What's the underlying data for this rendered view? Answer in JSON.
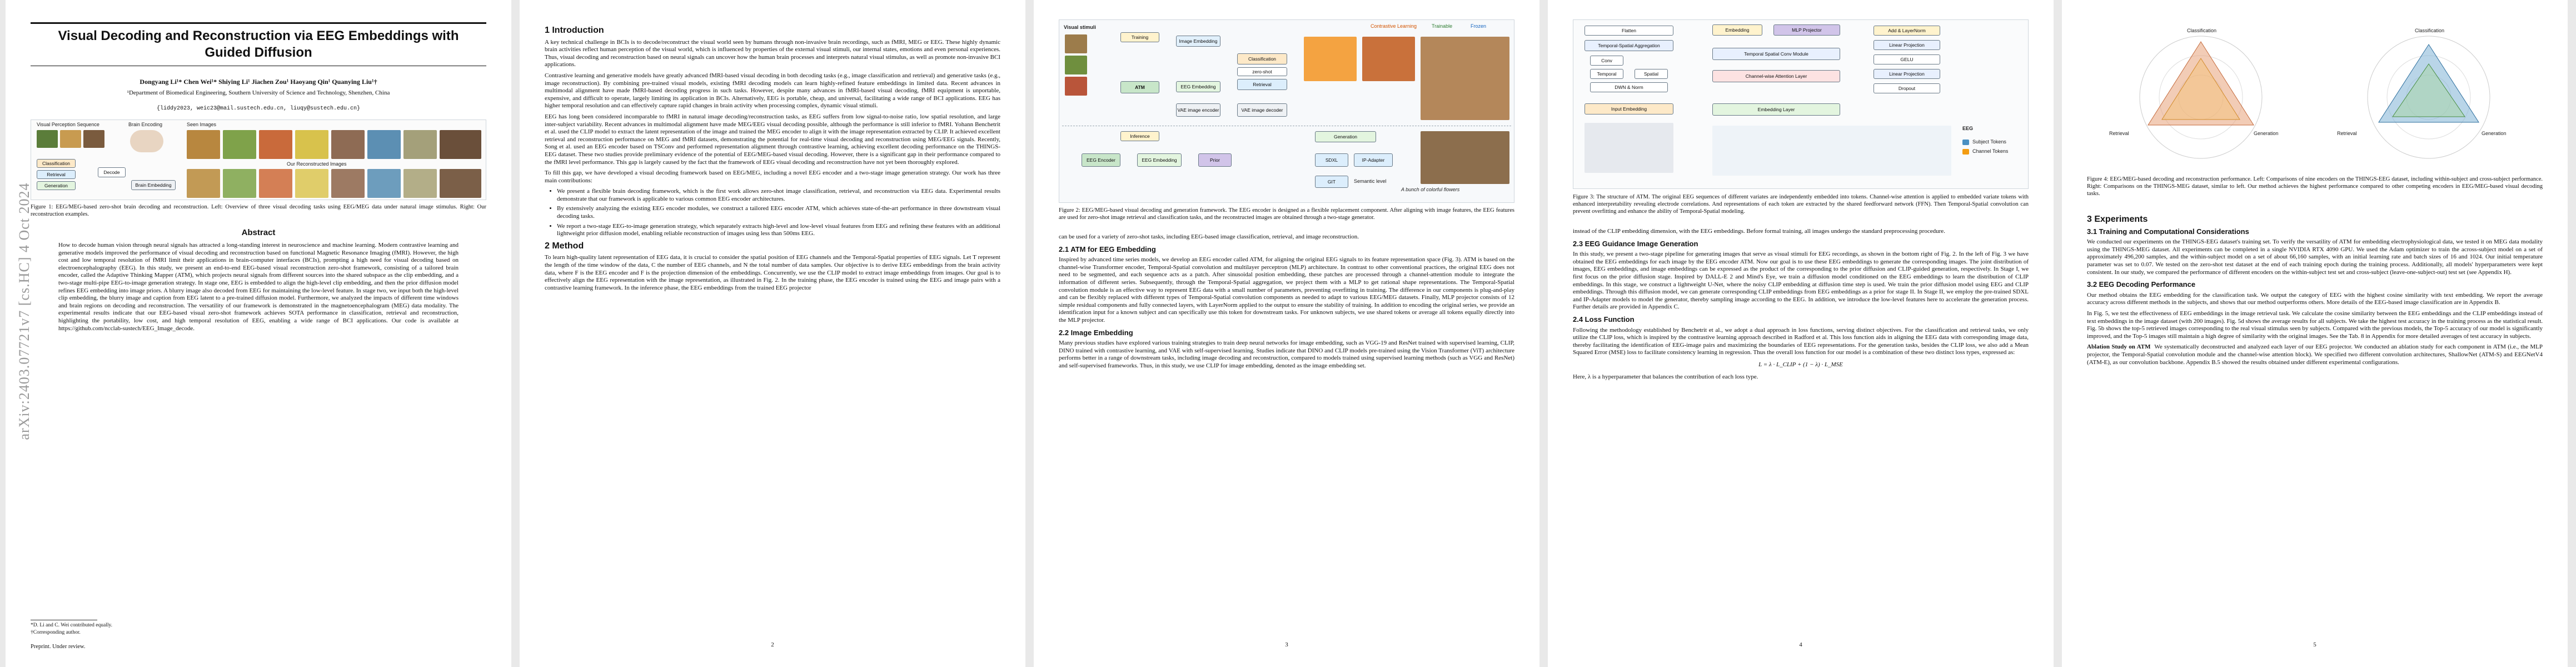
{
  "arxiv_id": "arXiv:2403.07721v7  [cs.HC]  4 Oct 2024",
  "title": "Visual Decoding and Reconstruction via EEG Embeddings with Guided Diffusion",
  "authors": "Dongyang Li¹*   Chen Wei¹*   Shiying Li¹   Jiachen Zou¹   Haoyang Qin¹   Quanying Liu¹†",
  "affiliation": "¹Department of Biomedical Engineering, Southern University of Science and Technology, Shenzhen, China",
  "emails": "{liddy2023, weic23@mail.sustech.edu.cn, liuqy@sustech.edu.cn}",
  "fig1": {
    "labels": [
      "Visual Perception Sequence",
      "Brain Encoding",
      "Seen Images",
      "Classification",
      "Retrieval",
      "Generation",
      "Decode",
      "Brain Embedding",
      "Our Reconstructed Images"
    ],
    "caption": "Figure 1: EEG/MEG-based zero-shot brain decoding and reconstruction. Left: Overview of three visual decoding tasks using EEG/MEG data under natural image stimulus. Right: Our reconstruction examples."
  },
  "abstract_title": "Abstract",
  "abstract": "How to decode human vision through neural signals has attracted a long-standing interest in neuroscience and machine learning. Modern contrastive learning and generative models improved the performance of visual decoding and reconstruction based on functional Magnetic Resonance Imaging (fMRI). However, the high cost and low temporal resolution of fMRI limit their applications in brain-computer interfaces (BCIs), prompting a high need for visual decoding based on electroencephalography (EEG). In this study, we present an end-to-end EEG-based visual reconstruction zero-shot framework, consisting of a tailored brain encoder, called the Adaptive Thinking Mapper (ATM), which projects neural signals from different sources into the shared subspace as the clip embedding, and a two-stage multi-pipe EEG-to-image generation strategy. In stage one, EEG is embedded to align the high-level clip embedding, and then the prior diffusion model refines EEG embedding into image priors. A blurry image also decoded from EEG for maintaining the low-level feature. In stage two, we input both the high-level clip embedding, the blurry image and caption from EEG latent to a pre-trained diffusion model. Furthermore, we analyzed the impacts of different time windows and brain regions on decoding and reconstruction. The versatility of our framework is demonstrated in the magnetoencephalogram (MEG) data modality. The experimental results indicate that our EEG-based visual zero-shot framework achieves SOTA performance in classification, retrieval and reconstruction, highlighting the portability, low cost, and high temporal resolution of EEG, enabling a wide range of BCI applications. Our code is available at https://github.com/ncclab-sustech/EEG_Image_decode.",
  "footnotes": [
    "*D. Li and C. Wei contributed equally.",
    "†Corresponding author."
  ],
  "preprint": "Preprint. Under review.",
  "page2": {
    "sec1": "1   Introduction",
    "para1": "A key technical challenge in BCIs is to decode/reconstruct the visual world seen by humans through non-invasive brain recordings, such as fMRI, MEG or EEG. These highly dynamic brain activities reflect human perception of the visual world, which is influenced by properties of the external visual stimuli, our internal states, emotions and even personal experiences. Thus, visual decoding and reconstruction based on neural signals can uncover how the human brain processes and interprets natural visual stimulus, as well as promote non-invasive BCI applications.",
    "para2": "Contrastive learning and generative models have greatly advanced fMRI-based visual decoding in both decoding tasks (e.g., image classification and retrieval) and generative tasks (e.g., image reconstruction). By combining pre-trained visual models, existing fMRI decoding models can learn highly-refined feature embeddings in limited data. Recent advances in multimodal alignment have made fMRI-based decoding progress in such tasks. However, despite many advances in fMRI-based visual decoding, fMRI equipment is unportable, expensive, and difficult to operate, largely limiting its application in BCIs. Alternatively, EEG is portable, cheap, and universal, facilitating a wide range of BCI applications. EEG has higher temporal resolution and can effectively capture rapid changes in brain activity when processing complex, dynamic visual stimuli.",
    "para3": "EEG has long been considered incomparable to fMRI in natural image decoding/reconstruction tasks, as EEG suffers from low signal-to-noise ratio, low spatial resolution, and large inter-subject variability. Recent advances in multimodal alignment have made MEG/EEG visual decoding possible, although the performance is still inferior to fMRI. Yohann Benchetrit et al. used the CLIP model to extract the latent representation of the image and trained the MEG encoder to align it with the image representation extracted by CLIP. It achieved excellent retrieval and reconstruction performance on MEG and fMRI datasets, demonstrating the potential for real-time visual decoding and reconstruction using MEG/EEG signals. Recently, Song et al. used an EEG encoder based on TSConv and performed representation alignment through contrastive learning, achieving excellent decoding performance on the THINGS-EEG dataset. These two studies provide preliminary evidence of the potential of EEG/MEG-based visual decoding. However, there is a significant gap in their performance compared to the fMRI level performance. This gap is largely caused by the fact that the framework of EEG visual decoding and reconstruction have not yet been thoroughly explored.",
    "para4": "To fill this gap, we have developed a visual decoding framework based on EEG/MEG, including a novel EEG encoder and a two-stage image generation strategy. Our work has three main contributions:",
    "bullets": [
      "We present a flexible brain decoding framework, which is the first work allows zero-shot image classification, retrieval, and reconstruction via EEG data. Experimental results demonstrate that our framework is applicable to various common EEG encoder architectures.",
      "By extensively analyzing the existing EEG encoder modules, we construct a tailored EEG encoder ATM, which achieves state-of-the-art performance in three downstream visual decoding tasks.",
      "We report a two-stage EEG-to-image generation strategy, which separately extracts high-level and low-level visual features from EEG and refining these features with an additional lightweight prior diffusion model, enabling reliable reconstruction of images using less than 500ms EEG."
    ],
    "sec2": "2   Method",
    "para5": "To learn high-quality latent representation of EEG data, it is crucial to consider the spatial position of EEG channels and the Temporal-Spatial properties of EEG signals. Let T represent the length of the time window of the data, C the number of EEG channels, and N the total number of data samples. Our objective is to derive EEG embeddings from the brain activity data, where F is the EEG encoder and F is the projection dimension of the embeddings. Concurrently, we use the CLIP model to extract image embeddings from images. Our goal is to effectively align the EEG representation with the image representation, as illustrated in Fig. 2. In the training phase, the EEG encoder is trained using the EEG and image pairs with a contrastive learning framework. In the inference phase, the EEG embeddings from the trained EEG projector"
  },
  "fig2": {
    "legend": [
      "Contrastive Learning",
      "Trainable",
      "Frozen"
    ],
    "blocks": [
      "Visual stimuli",
      "Training",
      "Image Embedding",
      "Classification",
      "zero-shot",
      "Retrieval",
      "EEG Embedding",
      "ATM",
      "VAE image encoder",
      "VAE image decoder",
      "Inference",
      "EEG Encoder",
      "EEG Embedding",
      "Prior",
      "Generation",
      "SDXL",
      "IP-Adapter",
      "GIT",
      "Semantic level",
      "A bunch of colorful flowers"
    ],
    "caption": "Figure 2: EEG/MEG-based visual decoding and generation framework. The EEG encoder is designed as a flexible replacement component. After aligning with image features, the EEG features are used for zero-shot image retrieval and classification tasks, and the reconstructed images are obtained through a two-stage generator."
  },
  "page3": {
    "para1": "can be used for a variety of zero-shot tasks, including EEG-based image classification, retrieval, and image reconstruction.",
    "sub21": "2.1   ATM for EEG Embedding",
    "para2": "Inspired by advanced time series models, we develop an EEG encoder called ATM, for aligning the original EEG signals to its feature representation space (Fig. 3). ATM is based on the channel-wise Transformer encoder, Temporal-Spatial convolution and multilayer perceptron (MLP) architecture. In contrast to other conventional practices, the original EEG does not need to be segmented, and each sequence acts as a patch. After sinusoidal position embedding, these patches are processed through a channel-attention module to integrate the information of different series. Subsequently, through the Temporal-Spatial aggregation, we project them with a MLP to get rational shape representations. The Temporal-Spatial convolution module is an effective way to represent EEG data with a small number of parameters, preventing overfitting in training. The difference in our components is plug-and-play and can be flexibly replaced with different types of Temporal-Spatial convolution components as needed to adapt to various EEG/MEG datasets. Finally, MLP projector consists of 12 simple residual components and fully connected layers, with LayerNorm applied to the output to ensure the stability of training. In addition to encoding the original series, we provide an identification input for a known subject and can specifically use this token for downstream tasks. For unknown subjects, we use shared tokens or average all tokens equally directly into the MLP projector.",
    "sub22": "2.2   Image Embedding",
    "para3": "Many previous studies have explored various training strategies to train deep neural networks for image embedding, such as VGG-19 and ResNet trained with supervised learning, CLIP, DINO trained with contrastive learning, and VAE with self-supervised learning. Studies indicate that DINO and CLIP models pre-trained using the Vision Transformer (ViT) architecture performs better in a range of downstream tasks, including image decoding and reconstruction, compared to models trained using supervised learning methods (such as VGG and ResNet) and self-supervised frameworks. Thus, in this study, we use CLIP for image embedding, denoted as the image embedding set."
  },
  "fig3": {
    "blocks": [
      "Flatten",
      "Temporal-Spatial Aggregation",
      "Conv",
      "Temporal",
      "Spatial",
      "DWN & Norm",
      "Input Embedding",
      "Embedding",
      "MLP Projector",
      "Temporal Spatial Conv Module",
      "Channel-wise Attention Layer",
      "Embedding Layer",
      "Add & LayerNorm",
      "Linear Projection",
      "GELU",
      "Linear Projection",
      "Dropout",
      "EEG",
      "Subject Tokens",
      "Channel Tokens"
    ],
    "caption": "Figure 3: The structure of ATM. The original EEG sequences of different variates are independently embedded into tokens. Channel-wise attention is applied to embedded variate tokens with enhanced interpretability revealing electrode correlations. And representations of each token are extracted by the shared feedforward network (FFN). Then Temporal-Spatial convolution can prevent overfitting and enhance the ability of Temporal-Spatial modeling."
  },
  "page4": {
    "para1": "instead of the CLIP embedding dimension, with the EEG embeddings. Before formal training, all images undergo the standard preprocessing procedure.",
    "sub23": "2.3   EEG Guidance Image Generation",
    "para2": "In this study, we present a two-stage pipeline for generating images that serve as visual stimuli for EEG recordings, as shown in the bottom right of Fig. 2. In the left of Fig. 3 we have obtained the EEG embeddings for each image by the EEG encoder ATM. Now our goal is to use these EEG embeddings to generate the corresponding images. The joint distribution of images, EEG embeddings, and image embeddings can be expressed as the product of the corresponding to the prior diffusion and CLIP-guided generation, respectively. In Stage I, we first focus on the prior diffusion stage. Inspired by DALL-E 2 and Mind's Eye, we train a diffusion model conditioned on the EEG embeddings to learn the distribution of CLIP embeddings. In this stage, we construct a lightweight U-Net, where the noisy CLIP embedding at diffusion time step is used. We train the prior diffusion model using EEG and CLIP embeddings. Through this diffusion model, we can generate corresponding CLIP embeddings from EEG embeddings as a prior for stage II. In Stage II, we employ the pre-trained SDXL and IP-Adapter models to model the generator, thereby sampling image according to the EEG. In addition, we introduce the low-level features here to accelerate the generation process. Further details are provided in Appendix C.",
    "sub24": "2.4   Loss Function",
    "para3": "Following the methodology established by Benchetrit et al., we adopt a dual approach in loss functions, serving distinct objectives. For the classification and retrieval tasks, we only utilize the CLIP loss, which is inspired by the contrastive learning approach described in Radford et al. This loss function aids in aligning the EEG data with corresponding image data, thereby facilitating the identification of EEG-image pairs and maximizing the boundaries of EEG representations. For the generation tasks, besides the CLIP loss, we also add a Mean Squared Error (MSE) loss to facilitate consistency learning in regression. Thus the overall loss function for our model is a combination of these two distinct loss types, expressed as:",
    "equation": "L = λ · L_CLIP + (1 − λ) · L_MSE",
    "para4": "Here, λ is a hyperparameter that balances the contribution of each loss type."
  },
  "fig4": {
    "axes": [
      "Classification",
      "Retrieval",
      "Generation"
    ],
    "caption": "Figure 4: EEG/MEG-based decoding and reconstruction performance. Left: Comparisons of nine encoders on the THINGS-EEG dataset, including within-subject and cross-subject performance. Right: Comparisons on the THINGS-MEG dataset, similar to left. Our method achieves the highest performance compared to other competing encoders in EEG/MEG-based visual decoding tasks."
  },
  "page5": {
    "sec3": "3   Experiments",
    "sub31": "3.1   Training and Computational Considerations",
    "para1": "We conducted our experiments on the THINGS-EEG dataset's training set. To verify the versatility of ATM for embedding electrophysiological data, we tested it on MEG data modality using the THINGS-MEG dataset. All experiments can be completed in a single NVIDIA RTX 4090 GPU. We used the Adam optimizer to train the across-subject model on a set of approximately 496,200 samples, and the within-subject model on a set of about 66,160 samples, with an initial learning rate and batch sizes of 16 and 1024. Our initial temperature parameter was set to 0.07. We tested on the zero-shot test dataset at the end of each training epoch during the training process. Additionally, all models' hyperparameters were kept consistent. In our study, we compared the performance of different encoders on the within-subject test set and cross-subject (leave-one-subject-out) test set (see Appendix H).",
    "sub32": "3.2   EEG Decoding Performance",
    "para2": "Our method obtains the EEG embedding for the classification task. We output the category of EEG with the highest cosine similarity with text embedding. We report the average accuracy across different methods in the subjects, and shows that our method outperforms others. More details of the EEG-based image classification are in Appendix B.",
    "para3": "In Fig. 5, we test the effectiveness of EEG embeddings in the image retrieval task. We calculate the cosine similarity between the EEG embeddings and the CLIP embeddings instead of text embeddings in the image dataset (with 200 images). Fig. 5d shows the average results for all subjects. We take the highest test accuracy in the training process as the statistical result. Fig. 5b shows the top-5 retrieved images corresponding to the real visual stimulus seen by subjects. Compared with the previous models, the Top-5 accuracy of our model is significantly improved, and the Top-5 images still maintain a high degree of similarity with the original images. See the Tab. 8 in Appendix for more detailed averages of test accuracy in subjects.",
    "para4_title": "Ablation Study on ATM",
    "para4": "We systematically deconstructed and analyzed each layer of our EEG projector. We conducted an ablation study for each component in ATM (i.e., the MLP projector, the Temporal-Spatial convolution module and the channel-wise attention block). We specified two different convolution architectures, ShallowNet (ATM-S) and EEGNetV4 (ATM-E), as our convolution backbone. Appendix B.5 showed the results obtained under different experimental configurations."
  },
  "page_numbers": [
    "2",
    "3",
    "4",
    "5"
  ],
  "colors": {
    "accent_green": "#4caf50",
    "accent_orange": "#f39c12",
    "accent_blue": "#4a90c2",
    "radar_fill": "#e7a27a"
  }
}
